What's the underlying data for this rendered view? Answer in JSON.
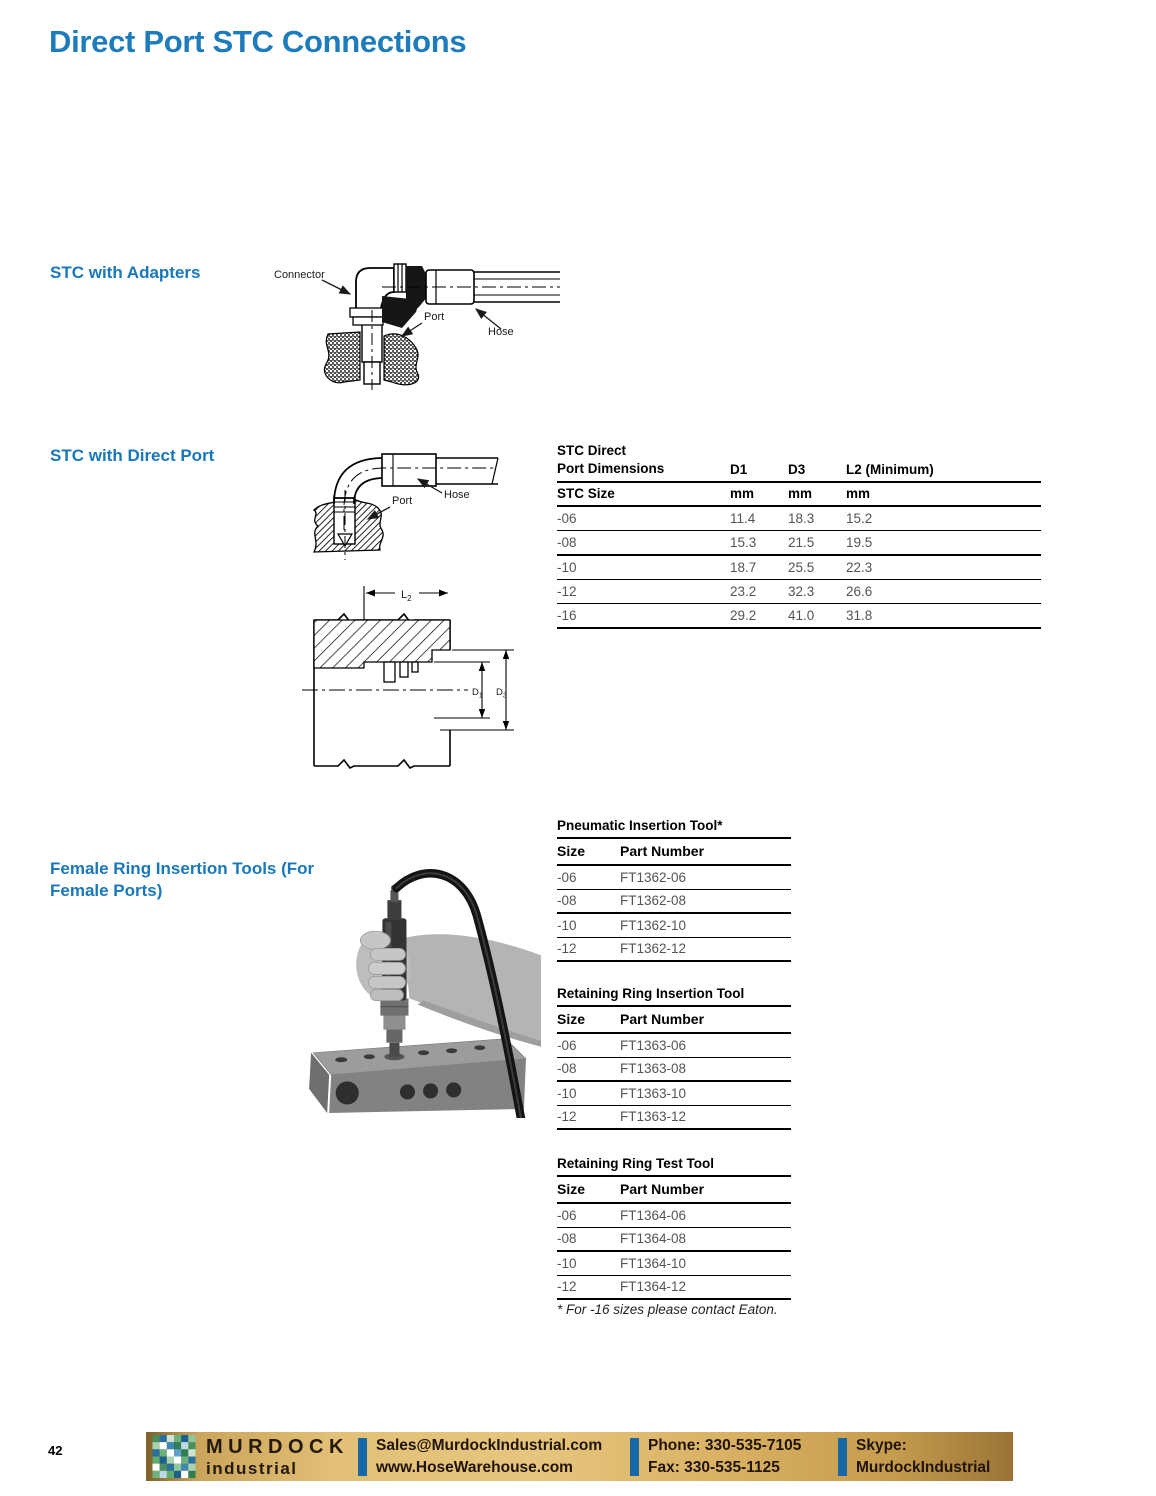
{
  "page": {
    "title": "Direct Port STC Connections",
    "page_number": "42"
  },
  "colors": {
    "accent_blue": "#1878ba",
    "banner_gold": "#e2c077",
    "divider_blue": "#1769a5"
  },
  "sections": {
    "adapters": {
      "heading": "STC with Adapters",
      "labels": {
        "connector": "Connector",
        "port": "Port",
        "hose": "Hose"
      }
    },
    "direct_port": {
      "heading": "STC with Direct Port",
      "labels": {
        "port": "Port",
        "hose": "Hose"
      }
    },
    "insertion_tools": {
      "heading": "Female Ring Insertion Tools (For Female Ports)"
    }
  },
  "dimension_diagram": {
    "l2_base": "L",
    "l2_sub": "2",
    "d1_base": "D",
    "d1_sub": "1",
    "d3_base": "D",
    "d3_sub": "3"
  },
  "tables": {
    "dimensions": {
      "title_line1": "STC Direct",
      "title_line2": "Port Dimensions",
      "col_d1": "D1",
      "col_d3": "D3",
      "col_l2": "L2 (Minimum)",
      "sub_size": "STC Size",
      "sub_mm1": "mm",
      "sub_mm2": "mm",
      "sub_mm3": "mm",
      "rows": [
        [
          "-06",
          "11.4",
          "18.3",
          "15.2"
        ],
        [
          "-08",
          "15.3",
          "21.5",
          "19.5"
        ],
        [
          "-10",
          "18.7",
          "25.5",
          "22.3"
        ],
        [
          "-12",
          "23.2",
          "32.3",
          "26.6"
        ],
        [
          "-16",
          "29.2",
          "41.0",
          "31.8"
        ]
      ]
    },
    "pneumatic": {
      "title": "Pneumatic Insertion Tool*",
      "col_size": "Size",
      "col_part": "Part Number",
      "rows": [
        [
          "-06",
          "FT1362-06"
        ],
        [
          "-08",
          "FT1362-08"
        ],
        [
          "-10",
          "FT1362-10"
        ],
        [
          "-12",
          "FT1362-12"
        ]
      ]
    },
    "retaining_insertion": {
      "title": "Retaining Ring Insertion Tool",
      "col_size": "Size",
      "col_part": "Part Number",
      "rows": [
        [
          "-06",
          "FT1363-06"
        ],
        [
          "-08",
          "FT1363-08"
        ],
        [
          "-10",
          "FT1363-10"
        ],
        [
          "-12",
          "FT1363-12"
        ]
      ]
    },
    "retaining_test": {
      "title": "Retaining Ring Test Tool",
      "col_size": "Size",
      "col_part": "Part Number",
      "rows": [
        [
          "-06",
          "FT1364-06"
        ],
        [
          "-08",
          "FT1364-08"
        ],
        [
          "-10",
          "FT1364-10"
        ],
        [
          "-12",
          "FT1364-12"
        ]
      ]
    }
  },
  "footnote": "* For -16 sizes please contact Eaton.",
  "footer": {
    "brand_name": "MURDOCK",
    "brand_sub": "industrial",
    "email": "Sales@MurdockIndustrial.com",
    "website": "www.HoseWarehouse.com",
    "phone": "Phone: 330-535-7105",
    "fax": "Fax: 330-535-1125",
    "skype_label": "Skype:",
    "skype_name": "MurdockIndustrial"
  }
}
